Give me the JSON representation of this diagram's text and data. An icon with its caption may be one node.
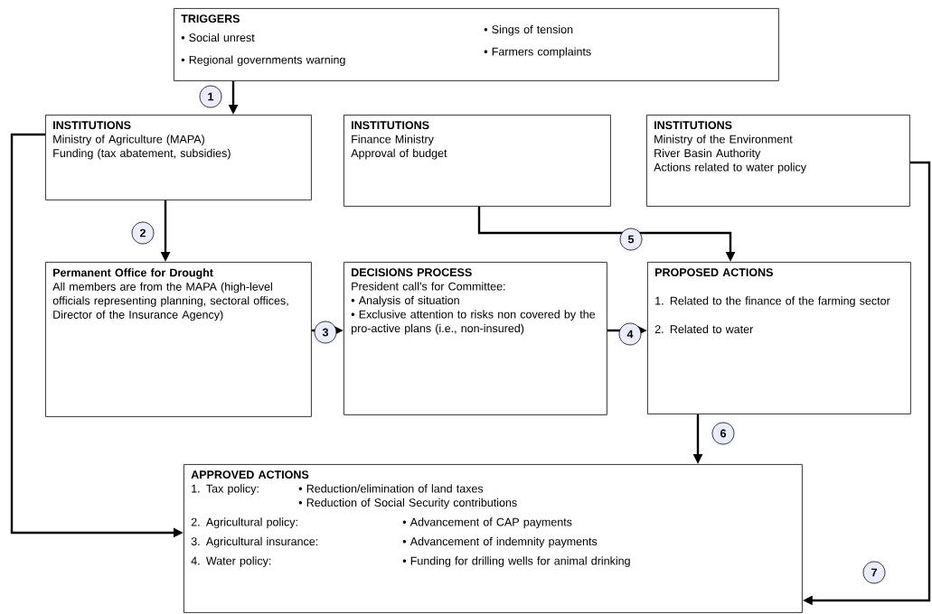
{
  "diagram": {
    "nodes": [
      {
        "text": [
          "TRIGGERS",
          "• Social unrest",
          "• Regional governments warning",
          "• Sings of tension",
          "• Farmers complaints"
        ]
      },
      {
        "text": [
          "INSTITUTIONS",
          "Ministry of Agriculture (MAPA)",
          "Funding (tax abatement, subsidies)"
        ]
      },
      {
        "text": [
          "INSTITUTIONS",
          "Finance Ministry",
          "Approval of budget"
        ]
      },
      {
        "text": [
          "INSTITUTIONS",
          "Ministry of the Environment",
          "River Basin Authority",
          "Actions related to water policy"
        ]
      },
      {
        "text": [
          "Permanent Office for Drought",
          "All members are from the MAPA (high-level officials representing planning, sectoral offices, Director of the Insurance Agency)"
        ]
      },
      {
        "text": [
          "DECISIONS PROCESS",
          "President call’s for Committee:",
          "• Analysis of situation",
          "• Exclusive attention to risks non covered by the pro-active plans (i.e., non-insured)"
        ]
      },
      {
        "text": [
          "PROPOSED ACTIONS",
          "1. Related to the finance of the farming sector",
          "2. Related to water"
        ]
      },
      {
        "text": [
          "APPROVED ACTIONS",
          "1. Tax policy:",
          "• Reduction/elimination of land taxes",
          "• Reduction of Social Security contributions",
          "2. Agricultural policy:",
          "• Advancement of CAP payments",
          "3. Agricultural insurance:",
          "• Advancement of indemnity payments",
          "4. Water policy:",
          "• Funding for drilling wells for animal drinking"
        ]
      }
    ],
    "edges": [
      {
        "from": 0,
        "to": 1,
        "arrow": "to",
        "label": "1"
      },
      {
        "from": 1,
        "to": 4,
        "arrow": "to",
        "label": "2"
      },
      {
        "from": 4,
        "to": 5,
        "arrow": "to",
        "label": "3"
      },
      {
        "from": 5,
        "to": 6,
        "arrow": "to",
        "label": "4"
      },
      {
        "from": 2,
        "to": 6,
        "arrow": "to",
        "label": "5"
      },
      {
        "from": 6,
        "to": 7,
        "arrow": "to",
        "label": "6"
      },
      {
        "from": 1,
        "to": 7,
        "arrow": "to"
      },
      {
        "from": 3,
        "to": 7,
        "arrow": "to",
        "label": "7"
      }
    ]
  }
}
